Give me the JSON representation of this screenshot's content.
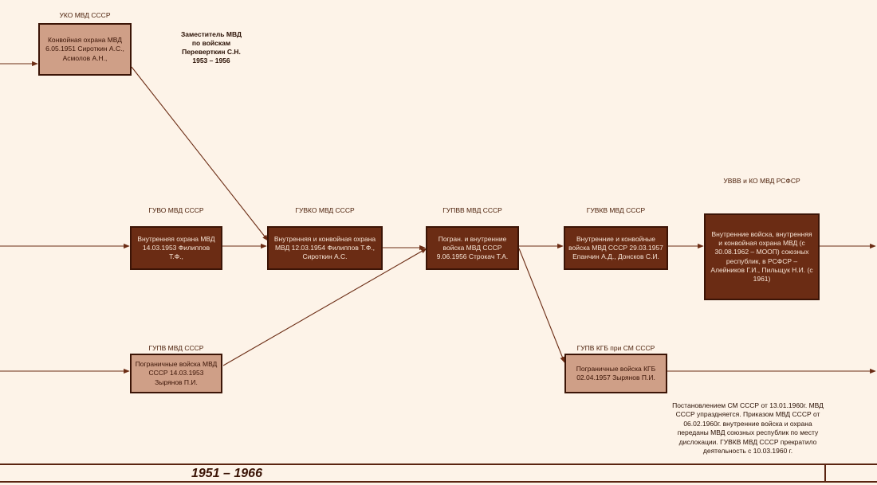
{
  "deputy": {
    "title": "Заместитель МВД",
    "line2": "по  войскам",
    "name": "Переверткин С.Н.",
    "years": "1953 – 1956"
  },
  "nodes": {
    "uko": {
      "header": "УКО МВД СССР",
      "text": "Конвойная охрана МВД 6.05.1951 Сироткин А.С., Асмолов А.Н.,"
    },
    "guvo": {
      "header": "ГУВО МВД СССР",
      "text": "Внутренняя охрана МВД 14.03.1953 Филиппов Т.Ф.,"
    },
    "guvko": {
      "header": "ГУВКО МВД СССР",
      "text": "Внутренняя и конвойная охрана МВД 12.03.1954 Филиппов Т.Ф., Сироткин А.С."
    },
    "gupvv": {
      "header": "ГУПВВ МВД СССР",
      "text": "Погран. и внутренние войска  МВД СССР 9.06.1956 Строкач Т.А."
    },
    "guvkv": {
      "header": "ГУВКВ МВД СССР",
      "text": "Внутренние и конвойные войска МВД СССР 29.03.1957 Епанчин А.Д., Донсков С.И."
    },
    "uvvv": {
      "header": "УВВВ и КО МВД РСФСР",
      "text": "Внутренние войска, внутренняя и конвойная охрана МВД (с 30.08.1962 – МООП) союзных республик, в РСФСР – Алейников Г.И., Пильщук Н.И. (с 1961)"
    },
    "gupv_mvd": {
      "header": "ГУПВ МВД СССР",
      "text": "Пограничные войска МВД СССР 14.03.1953 Зырянов П.И."
    },
    "gupv_kgb": {
      "header": "ГУПВ КГБ при СМ СССР",
      "text": "Пограничные войска КГБ 02.04.1957 Зырянов П.И."
    }
  },
  "note": "Постановлением СМ СССР от 13.01.1960г. МВД СССР упраздняется. Приказом МВД СССР от 06.02.1960г. внутренние войска и охрана переданы МВД союзных республик по месту дислокации. ГУВКВ МВД СССР прекратило деятельность с 10.03.1960 г.",
  "period": "1951 – 1966",
  "colors": {
    "dark_box": "#6b2c14",
    "light_box": "#cf9f87",
    "line": "#6b2c14",
    "background": "#fdf3e8"
  }
}
